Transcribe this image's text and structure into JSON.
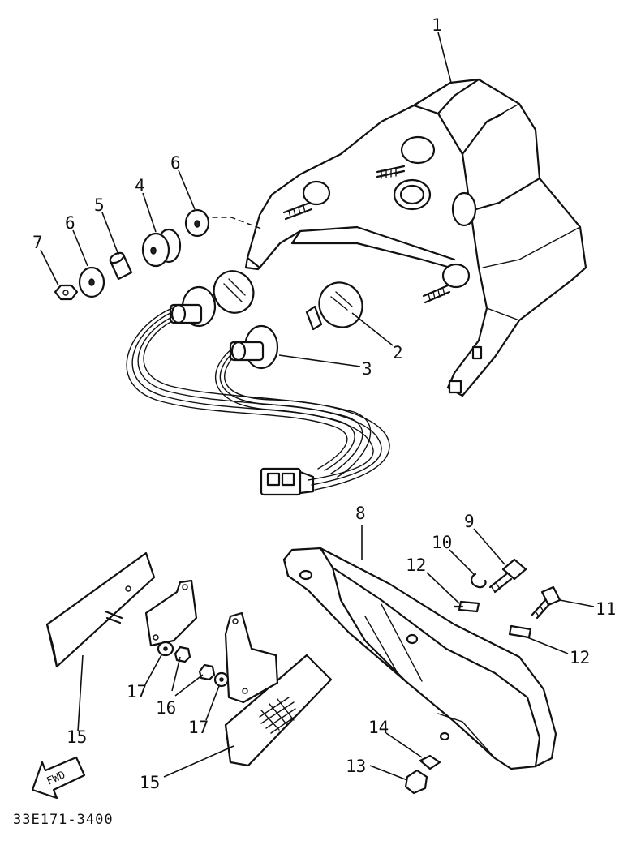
{
  "callouts": {
    "c1": "1",
    "c2": "2",
    "c3": "3",
    "c4": "4",
    "c5": "5",
    "c6a": "6",
    "c6b": "6",
    "c7": "7",
    "c8": "8",
    "c9": "9",
    "c10": "10",
    "c11": "11",
    "c12a": "12",
    "c12b": "12",
    "c13": "13",
    "c14": "14",
    "c15a": "15",
    "c15b": "15",
    "c16": "16",
    "c17a": "17",
    "c17b": "17"
  },
  "fwd_label": "FWD",
  "part_code": "33E171-3400",
  "icons": {
    "direction_arrow": "fwd-arrow-icon"
  }
}
